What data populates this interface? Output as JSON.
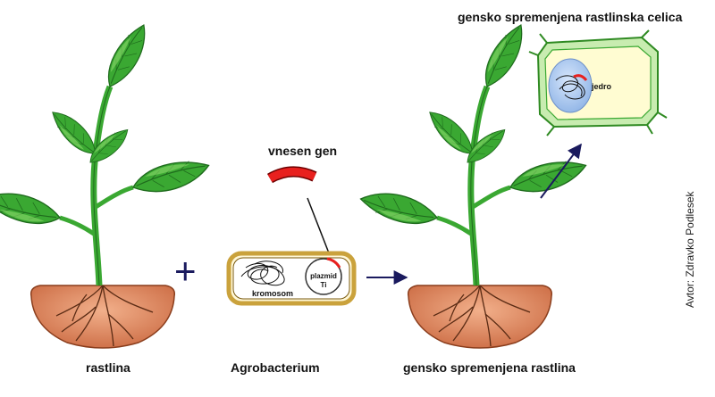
{
  "title": "gensko spremenjena rastlinska celica",
  "inserted_gene_label": "vnesen gen",
  "chromosome_label": "kromosom",
  "plasmid_label_line1": "plazmid",
  "plasmid_label_line2": "Ti",
  "nucleus_label": "jedro",
  "captions": {
    "plant": "rastlina",
    "agrobacterium": "Agrobacterium",
    "gm_plant": "gensko spremenjena rastlina"
  },
  "plus_symbol": "+",
  "author_credit": "Avtor: Zdravko Podlesek",
  "colors": {
    "leaf": "#3aa832",
    "soil": "#d9835a",
    "gene": "#e8201e",
    "arrow": "#1a1a5e",
    "bacterium_border": "#d7b24a",
    "cell_wall": "#5cbf45",
    "cytoplasm": "#fffcd2",
    "nucleus": "#a9c8ee"
  }
}
